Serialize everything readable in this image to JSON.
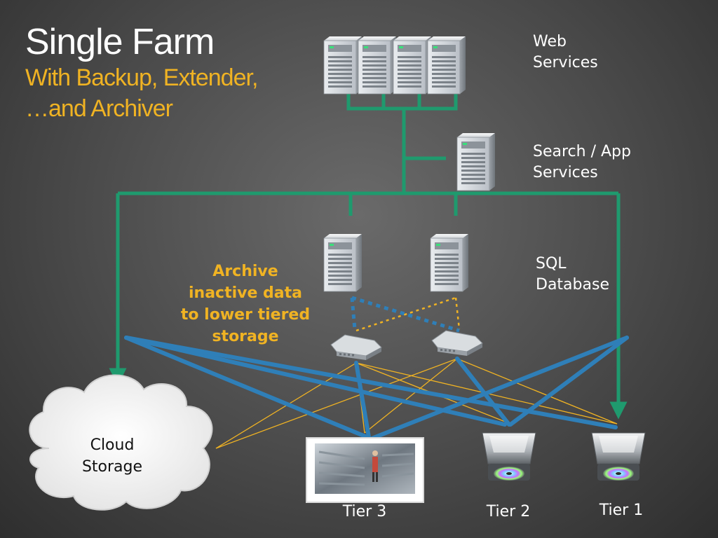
{
  "title": {
    "main": "Single Farm",
    "subtitle_lines": [
      "With Backup, Extender,",
      "…and Archiver"
    ]
  },
  "labels": {
    "web_services": [
      "Web",
      "Services"
    ],
    "search_app_services": [
      "Search / App",
      "Services"
    ],
    "sql_database": [
      "SQL",
      "Database"
    ],
    "cloud_storage": [
      "Cloud",
      "Storage"
    ],
    "tier3": "Tier 3",
    "tier2": "Tier 2",
    "tier1": "Tier 1"
  },
  "annotation": [
    "Archive",
    "inactive data",
    "to lower tiered",
    "storage"
  ],
  "colors": {
    "green_link": "#1f9a6e",
    "blue_link": "#2f7fb8",
    "gold_accent": "#f0b323",
    "title_white": "#ffffff"
  },
  "icons": {
    "web_server": "server-tower-icon",
    "app_server": "server-tower-icon",
    "sql_server": "server-tower-icon",
    "storage_router": "storage-router-icon",
    "tier_disk": "disk-drive-icon",
    "tier_photo": "datacenter-photo-icon"
  }
}
